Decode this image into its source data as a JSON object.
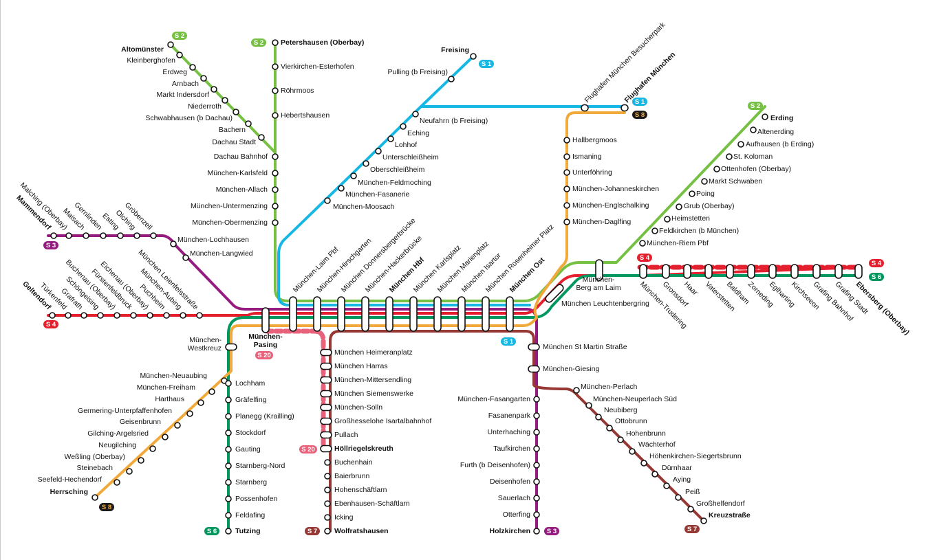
{
  "colors": {
    "S1": "#16b8e3",
    "S2": "#76c043",
    "S3": "#951b81",
    "S4": "#e4202e",
    "S6": "#00975f",
    "S7": "#963833",
    "S8": "#f2a93b",
    "S20": "#e8627c",
    "S8_badge": "#1a1a1a"
  },
  "line_badges": {
    "s2_altomuenster": "S 2",
    "s2_petershausen": "S 2",
    "s1_freising": "S 1",
    "s1_airport": "S 1",
    "s8_airport": "S 8",
    "s2_erding": "S 2",
    "s3_mammendorf": "S 3",
    "s4_geltendorf": "S 4",
    "s4_ebersberg": "S 4",
    "s6_ebersberg": "S 6",
    "s4_trudering": "S 4",
    "s20_pasing": "S 20",
    "s1_ost": "S 1",
    "s20_hoellriegelskreuth": "S 20",
    "s8_herrsching": "S 8",
    "s6_tutzing": "S 6",
    "s7_wolfratshausen": "S 7",
    "s3_holzkirchen": "S 3",
    "s7_kreuzstrasse": "S 7"
  },
  "stations": {
    "altomuenster": "Altomünster",
    "kleinberghofen": "Kleinberghofen",
    "erdweg": "Erdweg",
    "arnbach": "Arnbach",
    "markt_indersdorf": "Markt Indersdorf",
    "niederroth": "Niederroth",
    "schwabhausen": "Schwabhausen (b Dachau)",
    "bachern": "Bachern",
    "dachau_stadt": "Dachau Stadt",
    "petershausen": "Petershausen (Oberbay)",
    "vierkirchen": "Vierkirchen-Esterhofen",
    "roehrmoos": "Röhrmoos",
    "hebertshausen": "Hebertshausen",
    "dachau_bahnhof": "Dachau Bahnhof",
    "karlsfeld": "München-Karlsfeld",
    "allach": "München-Allach",
    "untermenzing": "München-Untermenzing",
    "obermenzing": "München-Obermenzing",
    "freising": "Freising",
    "pulling": "Pulling (b Freising)",
    "neufahrn": "Neufahrn (b Freising)",
    "eching": "Eching",
    "lohhof": "Lohhof",
    "unterschleissheim": "Unterschleißheim",
    "oberschleissheim": "Oberschleißheim",
    "feldmoching": "München-Feldmoching",
    "fasanerie": "München-Fasanerie",
    "moosach": "München-Moosach",
    "flughafen_besucherpark": "Flughafen München Besucherpark",
    "flughafen": "Flughafen München",
    "hallbergmoos": "Hallbergmoos",
    "ismaning": "Ismaning",
    "unterfoehring": "Unterföhring",
    "johanneskirchen": "München-Johanneskirchen",
    "englschalking": "München-Englschalking",
    "daglfing": "München-Daglfing",
    "erding": "Erding",
    "altenerding": "Altenerding",
    "aufhausen": "Aufhausen (b Erding)",
    "st_koloman": "St. Koloman",
    "ottenhofen": "Ottenhofen (Oberbay)",
    "markt_schwaben": "Markt Schwaben",
    "poing": "Poing",
    "grub": "Grub (Oberbay)",
    "heimstetten": "Heimstetten",
    "feldkirchen": "Feldkirchen (b München)",
    "riem": "München-Riem Pbf",
    "mammendorf": "Mammendorf",
    "malching": "Malching (Oberbay)",
    "maisach": "Maisach",
    "gernlinden": "Gernlinden",
    "esting": "Esting",
    "olching": "Olching",
    "groebenzell": "Gröbenzell",
    "lochhausen": "München-Lochhausen",
    "langwied": "München-Langwied",
    "geltendorf": "Geltendorf",
    "tuerkenfeld": "Türkenfeld",
    "grafrath": "Grafrath",
    "schoengeising": "Schöngeising",
    "buchenau": "Buchenau (Oberbay)",
    "fuerstenfeldbruck": "Fürstenfeldbruck",
    "eichenau": "Eichenau (Oberbay)",
    "puchheim": "Puchheim",
    "aubing": "München-Aubing",
    "leienfelsstrasse": "München Leienfelsstraße",
    "laim": "München-Laim Pbf",
    "hirschgarten": "München-Hirschgarten",
    "donnersbergerbruecke": "München Donnersbergerbrücke",
    "hackerbruecke": "München-Hackerbrücke",
    "hbf": "München Hbf",
    "karlsplatz": "München Karlsplatz",
    "marienplatz": "München Marienplatz",
    "isartor": "München Isartor",
    "rosenheimer_platz": "München Rosenheimer Platz",
    "ost": "München Ost",
    "leuchtenbergring": "München Leuchtenbergring",
    "berg_am_laim": "München-Berg am Laim",
    "trudering": "München-Trudering",
    "gronsdorf": "Gronsdorf",
    "haar": "Haar",
    "vaterstetten": "Vaterstetten",
    "baldham": "Baldham",
    "zorneding": "Zorneding",
    "eglharting": "Eglharting",
    "kirchseeon": "Kirchseeon",
    "grafing_bahnhof": "Grafing Bahnhof",
    "grafing_stadt": "Grafing Stadt",
    "ebersberg": "Ebersberg (Oberbay)",
    "pasing": "München-Pasing",
    "westkreuz": "München-Westkreuz",
    "neuaubing": "München-Neuaubing",
    "freiham": "München-Freiham",
    "harthaus": "Harthaus",
    "germering": "Germering-Unterpfaffenhofen",
    "geisenbrunn": "Geisenbrunn",
    "gilching": "Gilching-Argelsried",
    "neugilching": "Neugilching",
    "wessling": "Weßling (Oberbay)",
    "steinebach": "Steinebach",
    "seefeld": "Seefeld-Hechendorf",
    "herrsching": "Herrsching",
    "lochham": "Lochham",
    "graefelfing": "Gräfelfing",
    "planegg": "Planegg (Krailling)",
    "stockdorf": "Stockdorf",
    "gauting": "Gauting",
    "starnberg_nord": "Starnberg-Nord",
    "starnberg": "Starnberg",
    "possenhofen": "Possenhofen",
    "feldafing": "Feldafing",
    "tutzing": "Tutzing",
    "heimeranplatz": "München Heimeranplatz",
    "harras": "München Harras",
    "mittersendling": "München-Mittersendling",
    "siemenswerke": "München Siemenswerke",
    "solln": "München-Solln",
    "grosshesselohe": "Großhesselohe Isartalbahnhof",
    "pullach": "Pullach",
    "hoellriegelskreuth": "Höllriegelskreuth",
    "buchenhain": "Buchenhain",
    "baierbrunn": "Baierbrunn",
    "hohenschaeftlarn": "Hohenschäftlarn",
    "ebenhausen": "Ebenhausen-Schäftlarn",
    "icking": "Icking",
    "wolfratshausen": "Wolfratshausen",
    "st_martin_strasse": "München St Martin Straße",
    "giesing": "München-Giesing",
    "fasangarten": "München-Fasangarten",
    "fasanenpark": "Fasanenpark",
    "unterhaching": "Unterhaching",
    "taufkirchen": "Taufkirchen",
    "furth": "Furth (b Deisenhofen)",
    "deisenhofen": "Deisenhofen",
    "sauerlach": "Sauerlach",
    "otterfing": "Otterfing",
    "holzkirchen": "Holzkirchen",
    "perlach": "München-Perlach",
    "neuperlach_sued": "München-Neuperlach Süd",
    "neubiberg": "Neubiberg",
    "ottobrunn": "Ottobrunn",
    "hohenbrunn": "Hohenbrunn",
    "waechterhof": "Wächterhof",
    "hoehenkirchen": "Höhenkirchen-Siegertsbrunn",
    "duernhaar": "Dürnhaar",
    "aying": "Aying",
    "peiss": "Peiß",
    "grosshelfendorf": "Großhelfendorf",
    "kreuzstrasse": "Kreuzstraße"
  }
}
